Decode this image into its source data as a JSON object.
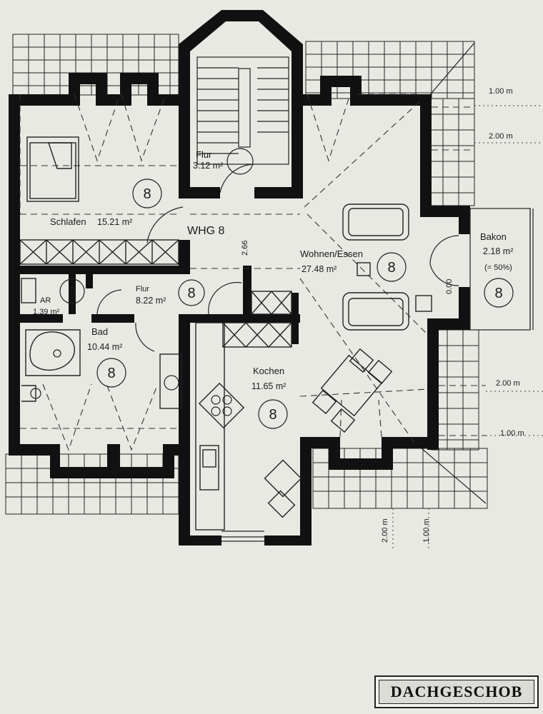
{
  "apartment_label": "WHG 8",
  "ceiling_height": "2.66",
  "floor_title": "DACHGESCHOB",
  "rooms": {
    "schlafen": {
      "name": "Schlafen",
      "area": "15.21 m²"
    },
    "flur_top": {
      "name": "Flur",
      "area": "3.12 m²"
    },
    "wohnen": {
      "name": "Wohnen/Essen",
      "area": "27.48 m²"
    },
    "balkon": {
      "name": "Bakon",
      "area": "2.18 m²",
      "note": "(= 50%)"
    },
    "ar": {
      "name": "AR",
      "area": "1.39 m²"
    },
    "flur": {
      "name": "Flur",
      "area": "8.22 m²"
    },
    "bad": {
      "name": "Bad",
      "area": "10.44 m²"
    },
    "kochen": {
      "name": "Kochen",
      "area": "11.65 m²"
    }
  },
  "unit_number": "8",
  "dimensions": {
    "right_1": "1.00 m",
    "right_2": "2.00 m",
    "right_3": "2.00 m",
    "right_4": "1.00 m",
    "bottom_1": "2.00 m",
    "bottom_2": "1.00 m",
    "door_sill": "0.00"
  }
}
